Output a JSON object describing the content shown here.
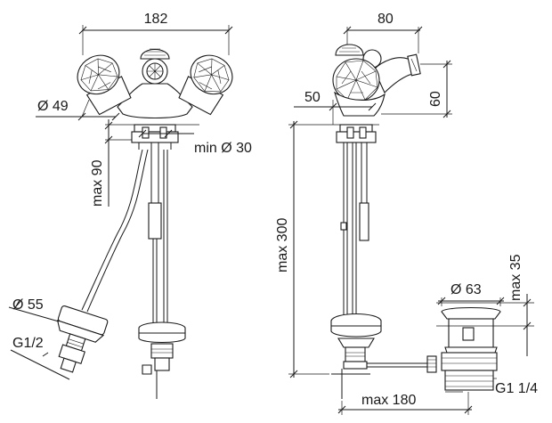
{
  "dimensions": {
    "width_total": "182",
    "knob_diameter": "Ø 49",
    "min_hole": "min Ø 30",
    "max_height_mount": "max 90",
    "flange_diameter": "Ø 55",
    "inlet_thread": "G1/2",
    "spout_reach": "80",
    "spout_offset": "50",
    "spout_height": "60",
    "max_300": "max 300",
    "waste_diameter": "Ø 63",
    "max_35": "max 35",
    "max_180": "max 180",
    "waste_thread": "G1 1/4"
  }
}
